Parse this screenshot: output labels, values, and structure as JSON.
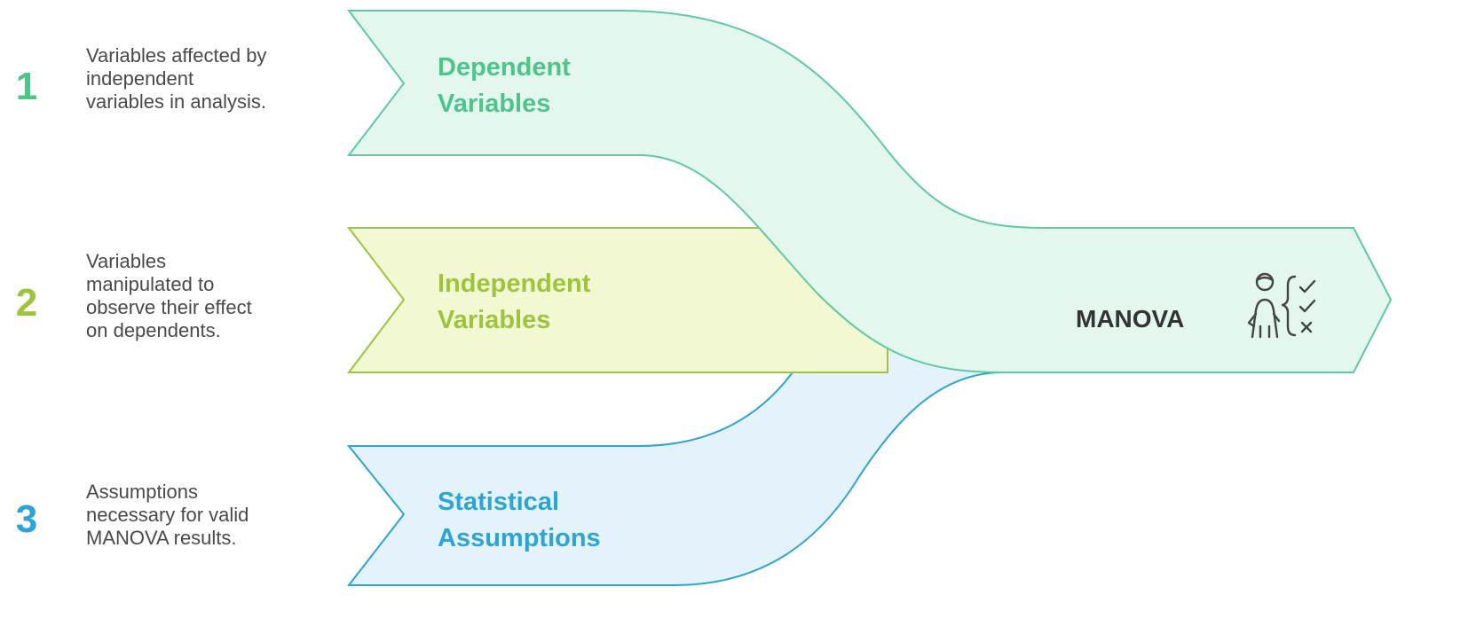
{
  "steps": [
    {
      "number": "1",
      "description_lines": [
        "Variables affected by",
        "independent",
        "variables in analysis."
      ],
      "label_lines": [
        "Dependent",
        "Variables"
      ],
      "color": "#4dc48a",
      "fill": "#e3f7ee"
    },
    {
      "number": "2",
      "description_lines": [
        "Variables",
        "manipulated to",
        "observe their effect",
        "on dependents."
      ],
      "label_lines": [
        "Independent",
        "Variables"
      ],
      "color": "#9cc43c",
      "fill": "#f1f8d2"
    },
    {
      "number": "3",
      "description_lines": [
        "Assumptions",
        "necessary for valid",
        "MANOVA results."
      ],
      "label_lines": [
        "Statistical",
        "Assumptions"
      ],
      "color": "#2ea3d6",
      "fill": "#e3f2fb"
    }
  ],
  "output": {
    "label": "MANOVA",
    "icon": "analyst-checklist-icon",
    "color": "#5fc9a0",
    "fill": "#e3f7ee"
  }
}
